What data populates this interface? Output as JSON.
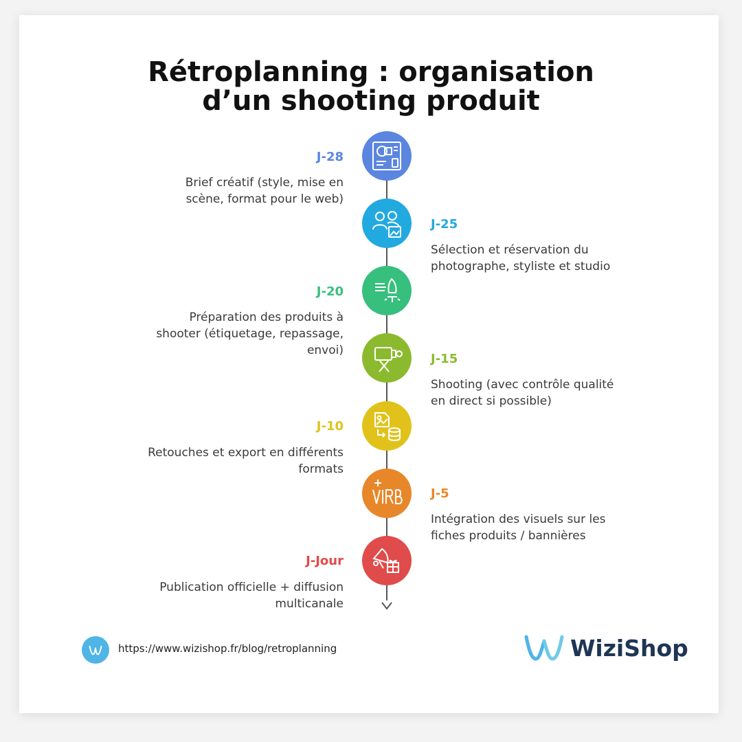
{
  "title": {
    "line1": "Rétroplanning : organisation",
    "line2": "d’un shooting produit"
  },
  "steps": [
    {
      "day": "J-28",
      "desc_lines": [
        "Brief créatif (style, mise en",
        "scène, format pour le web)"
      ],
      "color": "#5b86e0",
      "icon": "design-brief-icon",
      "side": "left"
    },
    {
      "day": "J-25",
      "desc_lines": [
        "Sélection et réservation du",
        "photographe, styliste et studio"
      ],
      "color": "#22a9e0",
      "icon": "people-photo-icon",
      "side": "right"
    },
    {
      "day": "J-20",
      "desc_lines": [
        "Préparation des produits à",
        "shooter (étiquetage, repassage,",
        "envoi)"
      ],
      "color": "#37bf7d",
      "icon": "iron-steam-icon",
      "side": "left"
    },
    {
      "day": "J-15",
      "desc_lines": [
        "Shooting (avec contrôle qualité",
        "en direct si possible)"
      ],
      "color": "#8cba2f",
      "icon": "camera-tripod-icon",
      "side": "right"
    },
    {
      "day": "J-10",
      "desc_lines": [
        "Retouches et export en différents",
        "formats"
      ],
      "color": "#e1c21b",
      "icon": "image-export-icon",
      "side": "left"
    },
    {
      "day": "J-5",
      "desc_lines": [
        "Intégration des visuels sur les",
        "fiches produits / bannières"
      ],
      "color": "#e8872a",
      "icon": "virb-logo-icon",
      "side": "right"
    },
    {
      "day": "J-Jour",
      "desc_lines": [
        "Publication officielle + diffusion",
        "multicanale"
      ],
      "color": "#e04b4b",
      "icon": "megaphone-gift-icon",
      "side": "left"
    }
  ],
  "footer": {
    "url": "https://www.wizishop.fr/blog/retroplanning",
    "brand": "WiziShop"
  },
  "colors": {
    "brand_blue": "#4fb4e6",
    "brand_dark": "#1f3554",
    "axis": "#555555"
  }
}
